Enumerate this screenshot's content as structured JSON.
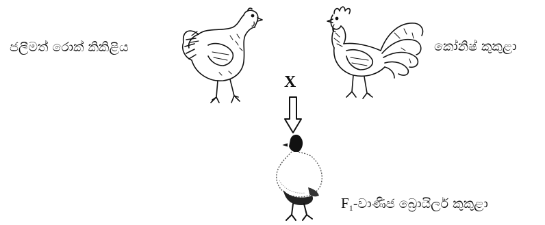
{
  "diagram": {
    "parent_female": {
      "label": "ජලීමත් රොක් කිකිළිය",
      "icon": "hen-icon"
    },
    "parent_male": {
      "label": "කෝනිෂ් කුකුළා",
      "icon": "rooster-icon"
    },
    "cross_symbol": "X",
    "arrow_icon": "down-arrow-icon",
    "offspring": {
      "generation_prefix": "F",
      "generation_subscript": "1",
      "label": "-වාණිජ බ්‍රොයිලර් කුකුළා",
      "icon": "broiler-chicken-icon"
    },
    "colors": {
      "ink": "#111111",
      "background": "#ffffff"
    }
  }
}
